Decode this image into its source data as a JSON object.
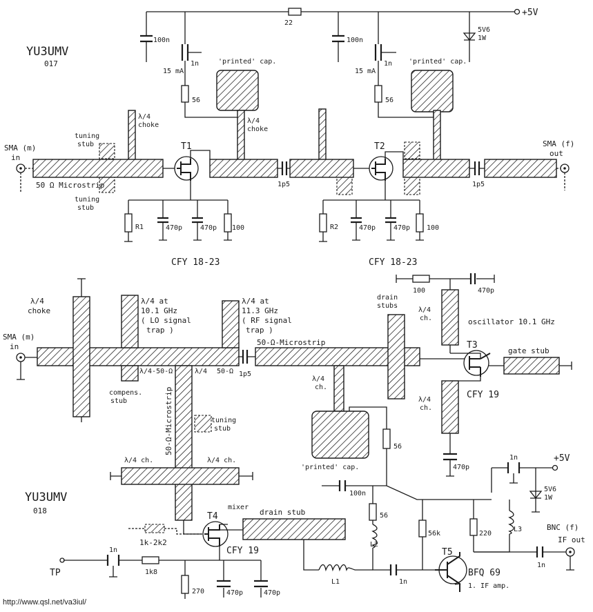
{
  "top": {
    "call": "YU3UMV",
    "num": "017",
    "supply": "+5V",
    "r_supply": "22",
    "c_left": "100n",
    "c_mid": "100n",
    "zener1": "5V6",
    "zener2": "1W",
    "dcap1": "1n",
    "dcap2": "1n",
    "i1": "15 mA",
    "i2": "15 mA",
    "rd1": "56",
    "rd2": "56",
    "printed1": "'printed' cap.",
    "printed2": "'printed' cap.",
    "choke_a": "λ/4",
    "choke_a2": "choke",
    "choke_b": "λ/4",
    "choke_b2": "choke",
    "tuning_top1": "tuning",
    "tuning_top2": "stub",
    "tuning_bot1": "tuning",
    "tuning_bot2": "stub",
    "sma_in": "SMA (m)",
    "in": "in",
    "sma_out": "SMA (f)",
    "out": "out",
    "microstrip": "50 Ω Microstrip",
    "t1": "T1",
    "t2": "T2",
    "cc1": "1p5",
    "cc2": "1p5",
    "r1": "R1",
    "r2": "R2",
    "c470a": "470p",
    "c470b": "470p",
    "c470c": "470p",
    "c470d": "470p",
    "r100a": "100",
    "r100b": "100",
    "fet1": "CFY 18-23",
    "fet2": "CFY 18-23"
  },
  "bottom": {
    "call": "YU3UMV",
    "num": "018",
    "choke1": "λ/4",
    "choke2": "choke",
    "lo1": "λ/4 at",
    "lo2": "10.1 GHz",
    "lo3": "( LO signal",
    "lo4": "trap )",
    "rf1": "λ/4 at",
    "rf2": "11.3 GHz",
    "rf3": "( RF signal",
    "rf4": "trap )",
    "sma_in": "SMA (m)",
    "in": "in",
    "ms1": "λ/4-50-Ω",
    "ms2": "λ/4",
    "ms3": "50-Ω",
    "compens1": "compens.",
    "compens2": "stub",
    "ms_vert": "50-Ω-Microstrip",
    "tuning1": "tuning",
    "tuning2": "stub",
    "cap_1p5": "1p5",
    "ms_horiz": "50-Ω-Microstrip",
    "drain1": "drain",
    "drain2": "stubs",
    "lch": "λ/4",
    "lch2": "ch.",
    "printed": "'printed' cap.",
    "r56a": "56",
    "r100": "100",
    "c470a": "470p",
    "osc_ch1": "λ/4",
    "osc_ch2": "ch.",
    "osc_ch3": "λ/4",
    "osc_ch4": "ch.",
    "oscillator": "oscillator 10.1 GHz",
    "t3": "T3",
    "gate_stub": "gate stub",
    "cfy3": "CFY 19",
    "c470b": "470p",
    "c1n_top": "1n",
    "supply": "+5V",
    "z1": "5V6",
    "z2": "1W",
    "c100n": "100n",
    "r56b": "56",
    "r56k": "56k",
    "r220": "220",
    "l3": "L3",
    "l2": "L2",
    "l1": "L1",
    "bnc": "BNC (f)",
    "ifout": "IF out",
    "c1n_out": "1n",
    "c1n_mid": "1n",
    "t5": "T5",
    "bfq": "BFQ 69",
    "ifamp": "1. IF amp.",
    "lch_l1": "λ/4 ch.",
    "lch_r1": "λ/4 ch.",
    "mixer": "mixer",
    "t4": "T4",
    "drain_stub": "drain stub",
    "cfy4": "CFY 19",
    "rmix": "1k-2k2",
    "tp": "TP",
    "c1n_tp": "1n",
    "r1k8": "1k8",
    "r270": "270",
    "c470c": "470p",
    "c470d": "470p"
  },
  "url": "http://www.qsl.net/va3iul/"
}
